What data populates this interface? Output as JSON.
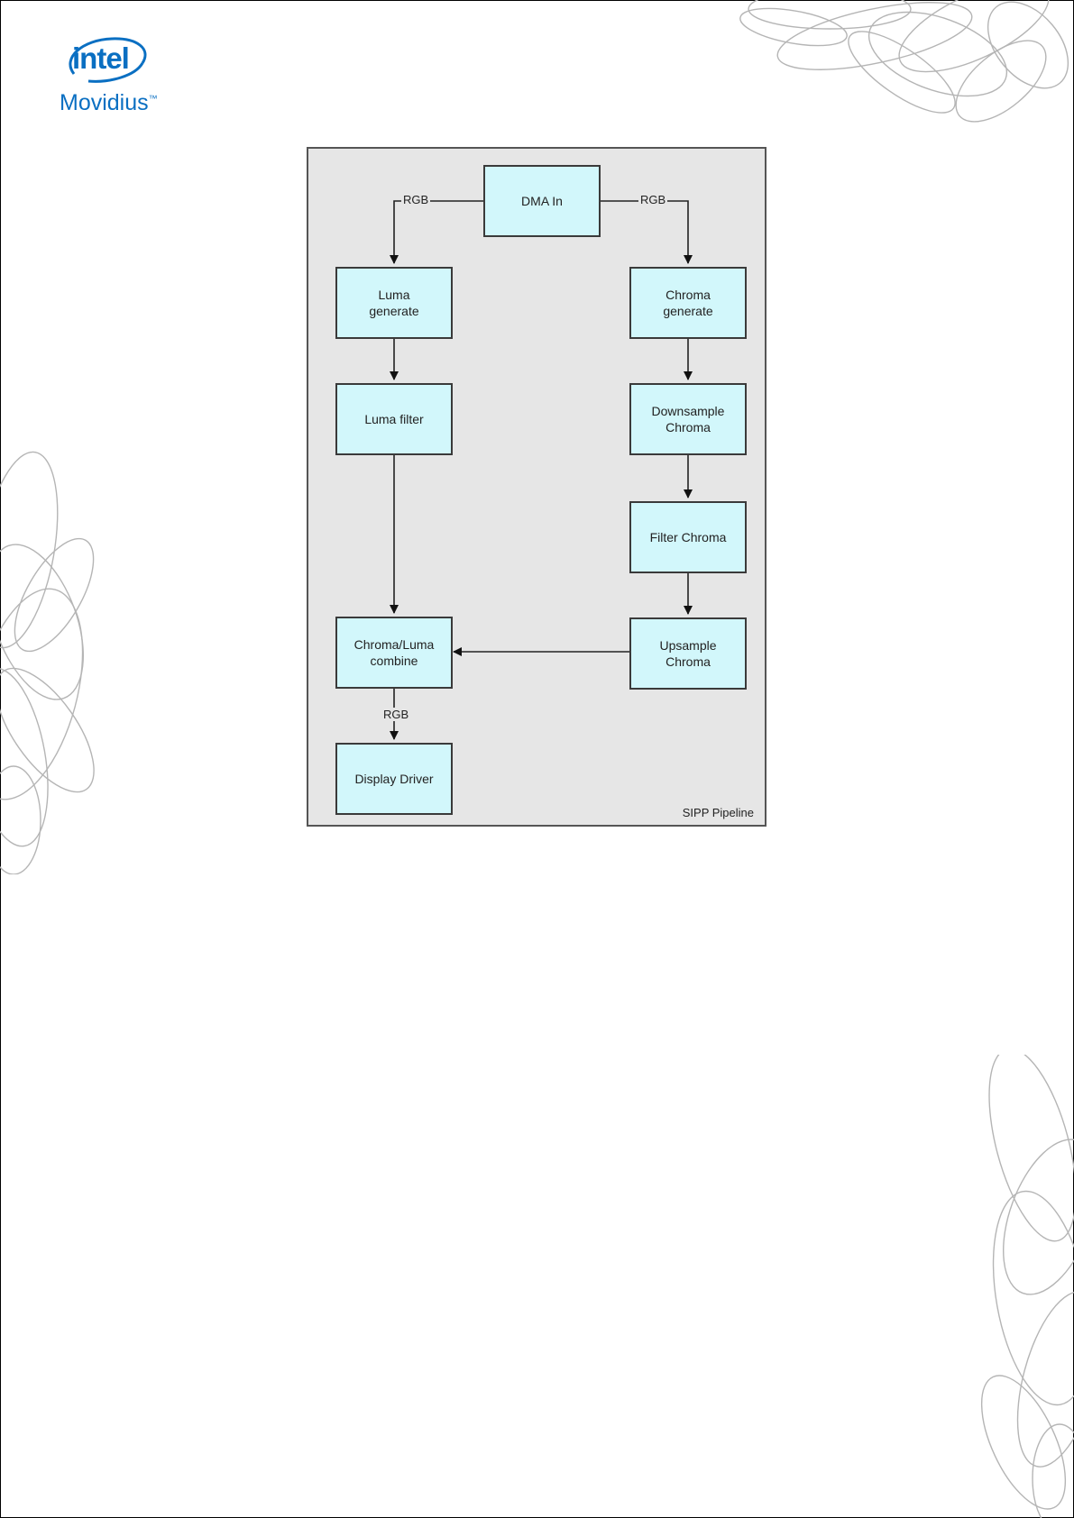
{
  "logo": {
    "brand": "intel",
    "product": "Movidius",
    "trademark": "™"
  },
  "diagram": {
    "frame_label": "SIPP Pipeline",
    "nodes": {
      "dma_in": "DMA In",
      "luma_generate": "Luma\ngenerate",
      "chroma_generate": "Chroma\ngenerate",
      "luma_filter": "Luma filter",
      "downsample_chroma": "Downsample\nChroma",
      "filter_chroma": "Filter Chroma",
      "chroma_luma_combine": "Chroma/Luma\ncombine",
      "upsample_chroma": "Upsample\nChroma",
      "display_driver": "Display Driver"
    },
    "edge_labels": {
      "dma_to_luma": "RGB",
      "dma_to_chroma": "RGB",
      "combine_to_display": "RGB"
    }
  },
  "colors": {
    "node_fill": "#d2f7fb",
    "frame_fill": "#e6e6e6",
    "brand": "#0a6fc2"
  }
}
